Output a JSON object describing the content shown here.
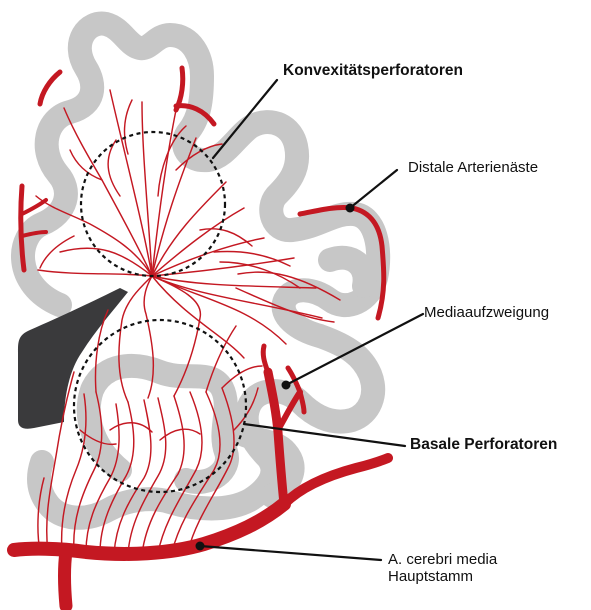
{
  "labels": {
    "convexity_perforators": "Konvexitätsperforatoren",
    "distal_branches": "Distale Arterienäste",
    "media_bifurcation": "Mediaaufzweigung",
    "basal_perforators": "Basale Perforatoren",
    "mca_main_trunk_line1": "A. cerebri media",
    "mca_main_trunk_line2": "Hauptstamm"
  },
  "colors": {
    "artery": "#c41822",
    "brain_gray": "#c7c7c7",
    "ventricle": "#3a3a3c",
    "text": "#111111",
    "line": "#111111"
  }
}
